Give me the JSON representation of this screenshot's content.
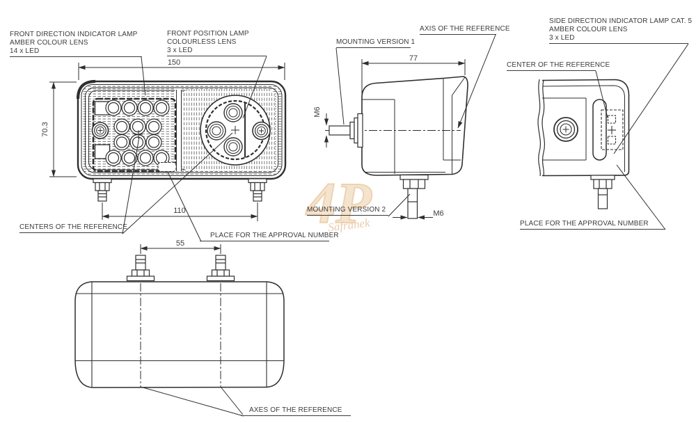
{
  "drawing": {
    "type": "technical-drawing",
    "subject": "front direction indicator / position lamp"
  },
  "labels": {
    "front_direction": {
      "lines": [
        "FRONT DIRECTION INDICATOR LAMP",
        "AMBER COLOUR LENS",
        "14 x LED"
      ]
    },
    "front_position": {
      "lines": [
        "FRONT POSITION LAMP",
        "COLOURLESS LENS",
        "3 x LED"
      ]
    },
    "side_direction": {
      "lines": [
        "SIDE DIRECTION INDICATOR LAMP CAT. 5",
        "AMBER COLOUR LENS",
        "3 x LED"
      ]
    },
    "axis_reference": "AXIS OF THE REFERENCE",
    "mounting_version_1": "MOUNTING VERSION 1",
    "mounting_version_2": "MOUNTING VERSION 2",
    "center_reference": "CENTER OF THE REFERENCE",
    "centers_reference": "CENTERS OF THE REFERENCE",
    "place_approval_front": "PLACE FOR THE APPROVAL NUMBER",
    "place_approval_side": "PLACE FOR THE APPROVAL NUMBER",
    "axes_reference": "AXES OF THE REFERENCE"
  },
  "dimensions": {
    "width": "150",
    "height": "70.3",
    "stud_spacing": "110",
    "depth": "77",
    "thread_side": "M6",
    "thread_bottom": "M6",
    "axes_spacing": "55"
  },
  "watermark": {
    "logo": "4P",
    "script": "Safranek"
  },
  "colors": {
    "line": "#2e2e2e",
    "text": "#3b3b3b",
    "watermark_fill": "#eecfa5",
    "watermark_stroke": "#dfae74"
  }
}
